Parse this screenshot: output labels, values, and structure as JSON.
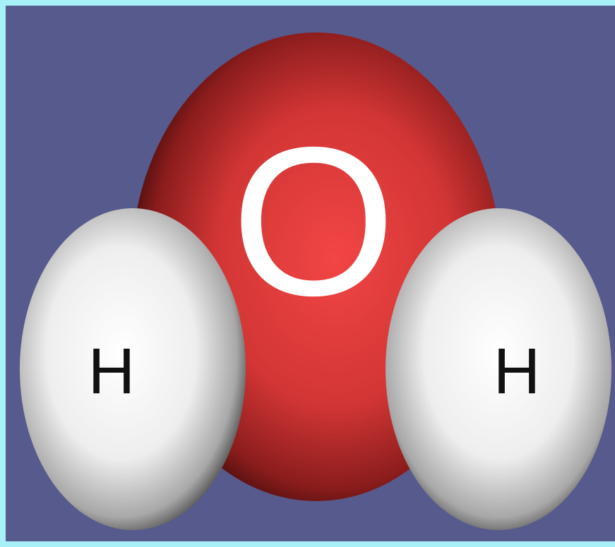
{
  "diagram": {
    "atoms": {
      "oxygen": {
        "symbol": "O",
        "color": "#d23a3a"
      },
      "hydrogen_left": {
        "symbol": "H",
        "color": "#f2f2f2"
      },
      "hydrogen_right": {
        "symbol": "H",
        "color": "#f2f2f2"
      }
    },
    "colors": {
      "frame": "#a8f0f8",
      "background": "#575a8c",
      "oxygen_label": "#ffffff",
      "hydrogen_label": "#111111"
    }
  }
}
